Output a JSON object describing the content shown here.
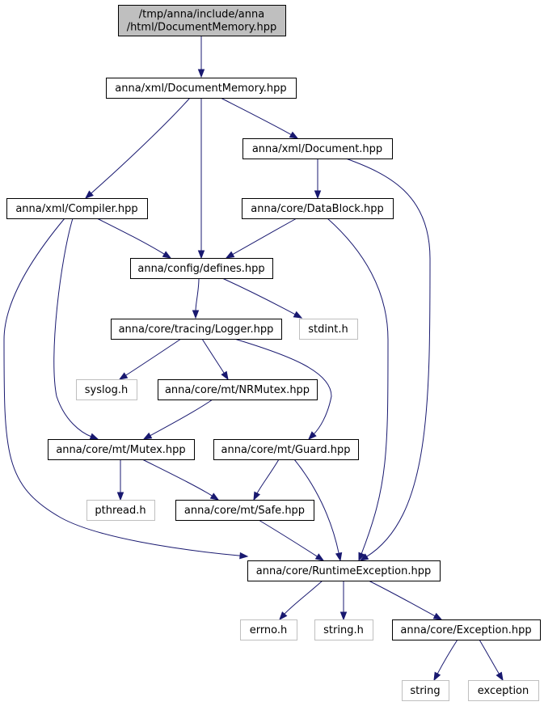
{
  "colors": {
    "edge": "#191970",
    "root_fill": "#bfbfbf",
    "root_border": "#000000",
    "header_border": "#000000",
    "external_border": "#bfbfbf",
    "node_fill": "#ffffff"
  },
  "nodes": [
    {
      "id": "root",
      "kind": "root",
      "lines": [
        "/tmp/anna/include/anna",
        "/html/DocumentMemory.hpp"
      ]
    },
    {
      "id": "xml_docmem",
      "kind": "header",
      "lines": [
        "anna/xml/DocumentMemory.hpp"
      ]
    },
    {
      "id": "xml_document",
      "kind": "header",
      "lines": [
        "anna/xml/Document.hpp"
      ]
    },
    {
      "id": "xml_compiler",
      "kind": "header",
      "lines": [
        "anna/xml/Compiler.hpp"
      ]
    },
    {
      "id": "core_datablock",
      "kind": "header",
      "lines": [
        "anna/core/DataBlock.hpp"
      ]
    },
    {
      "id": "config_defines",
      "kind": "header",
      "lines": [
        "anna/config/defines.hpp"
      ]
    },
    {
      "id": "logger",
      "kind": "header",
      "lines": [
        "anna/core/tracing/Logger.hpp"
      ]
    },
    {
      "id": "stdint",
      "kind": "external",
      "lines": [
        "stdint.h"
      ]
    },
    {
      "id": "syslog",
      "kind": "external",
      "lines": [
        "syslog.h"
      ]
    },
    {
      "id": "nrmutex",
      "kind": "header",
      "lines": [
        "anna/core/mt/NRMutex.hpp"
      ]
    },
    {
      "id": "mutex",
      "kind": "header",
      "lines": [
        "anna/core/mt/Mutex.hpp"
      ]
    },
    {
      "id": "guard",
      "kind": "header",
      "lines": [
        "anna/core/mt/Guard.hpp"
      ]
    },
    {
      "id": "pthread",
      "kind": "external",
      "lines": [
        "pthread.h"
      ]
    },
    {
      "id": "safe",
      "kind": "header",
      "lines": [
        "anna/core/mt/Safe.hpp"
      ]
    },
    {
      "id": "runtime_exc",
      "kind": "header",
      "lines": [
        "anna/core/RuntimeException.hpp"
      ]
    },
    {
      "id": "errno",
      "kind": "external",
      "lines": [
        "errno.h"
      ]
    },
    {
      "id": "string_h",
      "kind": "external",
      "lines": [
        "string.h"
      ]
    },
    {
      "id": "exception_hpp",
      "kind": "header",
      "lines": [
        "anna/core/Exception.hpp"
      ]
    },
    {
      "id": "string",
      "kind": "external",
      "lines": [
        "string"
      ]
    },
    {
      "id": "exception",
      "kind": "external",
      "lines": [
        "exception"
      ]
    }
  ],
  "edges": [
    {
      "from": "root",
      "to": "xml_docmem"
    },
    {
      "from": "xml_docmem",
      "to": "xml_compiler"
    },
    {
      "from": "xml_docmem",
      "to": "config_defines"
    },
    {
      "from": "xml_docmem",
      "to": "xml_document"
    },
    {
      "from": "xml_document",
      "to": "core_datablock"
    },
    {
      "from": "xml_document",
      "to": "runtime_exc"
    },
    {
      "from": "xml_compiler",
      "to": "config_defines"
    },
    {
      "from": "xml_compiler",
      "to": "mutex"
    },
    {
      "from": "xml_compiler",
      "to": "runtime_exc"
    },
    {
      "from": "core_datablock",
      "to": "config_defines"
    },
    {
      "from": "core_datablock",
      "to": "runtime_exc"
    },
    {
      "from": "config_defines",
      "to": "logger"
    },
    {
      "from": "config_defines",
      "to": "stdint"
    },
    {
      "from": "logger",
      "to": "syslog"
    },
    {
      "from": "logger",
      "to": "nrmutex"
    },
    {
      "from": "logger",
      "to": "guard"
    },
    {
      "from": "nrmutex",
      "to": "mutex"
    },
    {
      "from": "mutex",
      "to": "pthread"
    },
    {
      "from": "mutex",
      "to": "safe"
    },
    {
      "from": "guard",
      "to": "safe"
    },
    {
      "from": "guard",
      "to": "runtime_exc"
    },
    {
      "from": "safe",
      "to": "runtime_exc"
    },
    {
      "from": "runtime_exc",
      "to": "errno"
    },
    {
      "from": "runtime_exc",
      "to": "string_h"
    },
    {
      "from": "runtime_exc",
      "to": "exception_hpp"
    },
    {
      "from": "exception_hpp",
      "to": "string"
    },
    {
      "from": "exception_hpp",
      "to": "exception"
    }
  ]
}
